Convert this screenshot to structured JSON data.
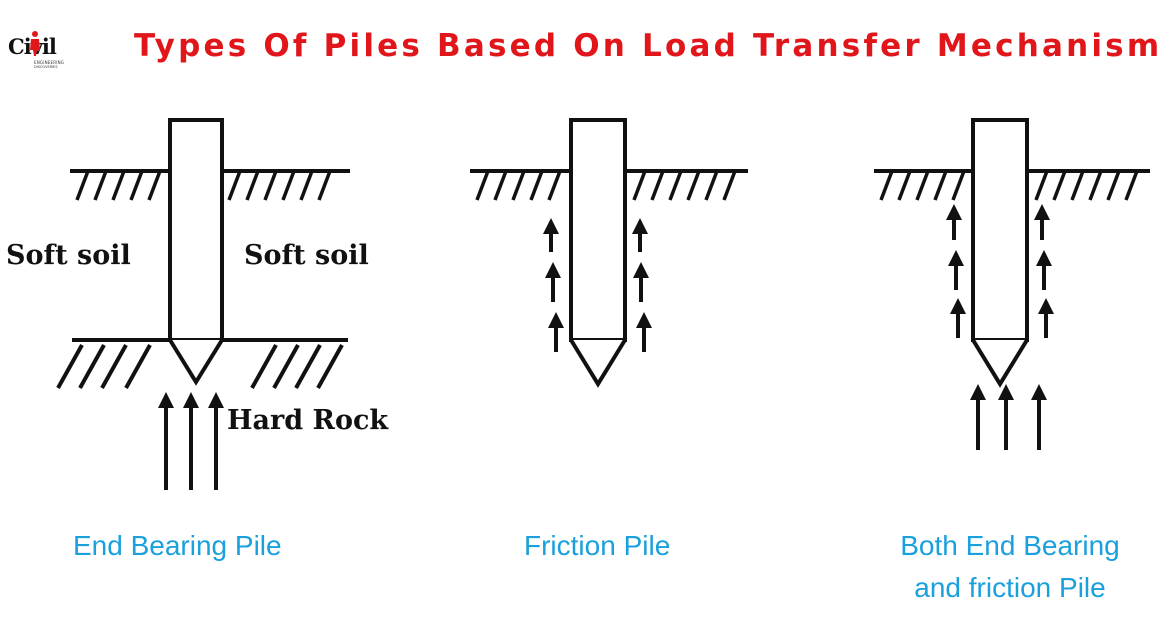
{
  "logo": {
    "text": "Civil",
    "sub": "ENGINEERING",
    "sub2": "DISCOVERIES"
  },
  "title": "Types Of Piles Based On Load Transfer Mechanism",
  "colors": {
    "title": "#e0161b",
    "caption": "#1aa0dc",
    "ink": "#111111"
  },
  "labels": {
    "soft_soil_left": "Soft soil",
    "soft_soil_right": "Soft soil",
    "hard_rock": "Hard Rock"
  },
  "captions": {
    "end_bearing": "End Bearing Pile",
    "friction": "Friction Pile",
    "both_line1": "Both End Bearing",
    "both_line2": "and friction Pile"
  }
}
